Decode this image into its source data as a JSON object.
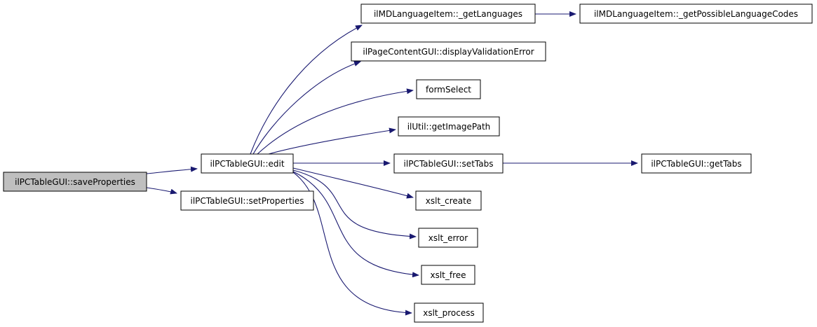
{
  "colors": {
    "edge": "#191970",
    "node_fill": "#ffffff",
    "node_fill_current": "#bfbfbf",
    "node_border": "#000000"
  },
  "nodes": [
    {
      "id": "saveProperties",
      "label": "ilPCTableGUI::saveProperties",
      "current": true
    },
    {
      "id": "edit",
      "label": "ilPCTableGUI::edit"
    },
    {
      "id": "setProperties",
      "label": "ilPCTableGUI::setProperties"
    },
    {
      "id": "getLanguages",
      "label": "ilMDLanguageItem::_getLanguages"
    },
    {
      "id": "getPossibleLanguageCodes",
      "label": "ilMDLanguageItem::_getPossibleLanguageCodes"
    },
    {
      "id": "displayValidationError",
      "label": "ilPageContentGUI::displayValidationError"
    },
    {
      "id": "formSelect",
      "label": "formSelect"
    },
    {
      "id": "getImagePath",
      "label": "ilUtil::getImagePath"
    },
    {
      "id": "setTabs",
      "label": "ilPCTableGUI::setTabs"
    },
    {
      "id": "getTabs",
      "label": "ilPCTableGUI::getTabs"
    },
    {
      "id": "xslt_create",
      "label": "xslt_create"
    },
    {
      "id": "xslt_error",
      "label": "xslt_error"
    },
    {
      "id": "xslt_free",
      "label": "xslt_free"
    },
    {
      "id": "xslt_process",
      "label": "xslt_process"
    }
  ],
  "edges": [
    {
      "from": "saveProperties",
      "to": "edit"
    },
    {
      "from": "saveProperties",
      "to": "setProperties"
    },
    {
      "from": "edit",
      "to": "getLanguages"
    },
    {
      "from": "edit",
      "to": "displayValidationError"
    },
    {
      "from": "edit",
      "to": "formSelect"
    },
    {
      "from": "edit",
      "to": "getImagePath"
    },
    {
      "from": "edit",
      "to": "setTabs"
    },
    {
      "from": "edit",
      "to": "xslt_create"
    },
    {
      "from": "edit",
      "to": "xslt_error"
    },
    {
      "from": "edit",
      "to": "xslt_free"
    },
    {
      "from": "edit",
      "to": "xslt_process"
    },
    {
      "from": "getLanguages",
      "to": "getPossibleLanguageCodes"
    },
    {
      "from": "setTabs",
      "to": "getTabs"
    }
  ]
}
